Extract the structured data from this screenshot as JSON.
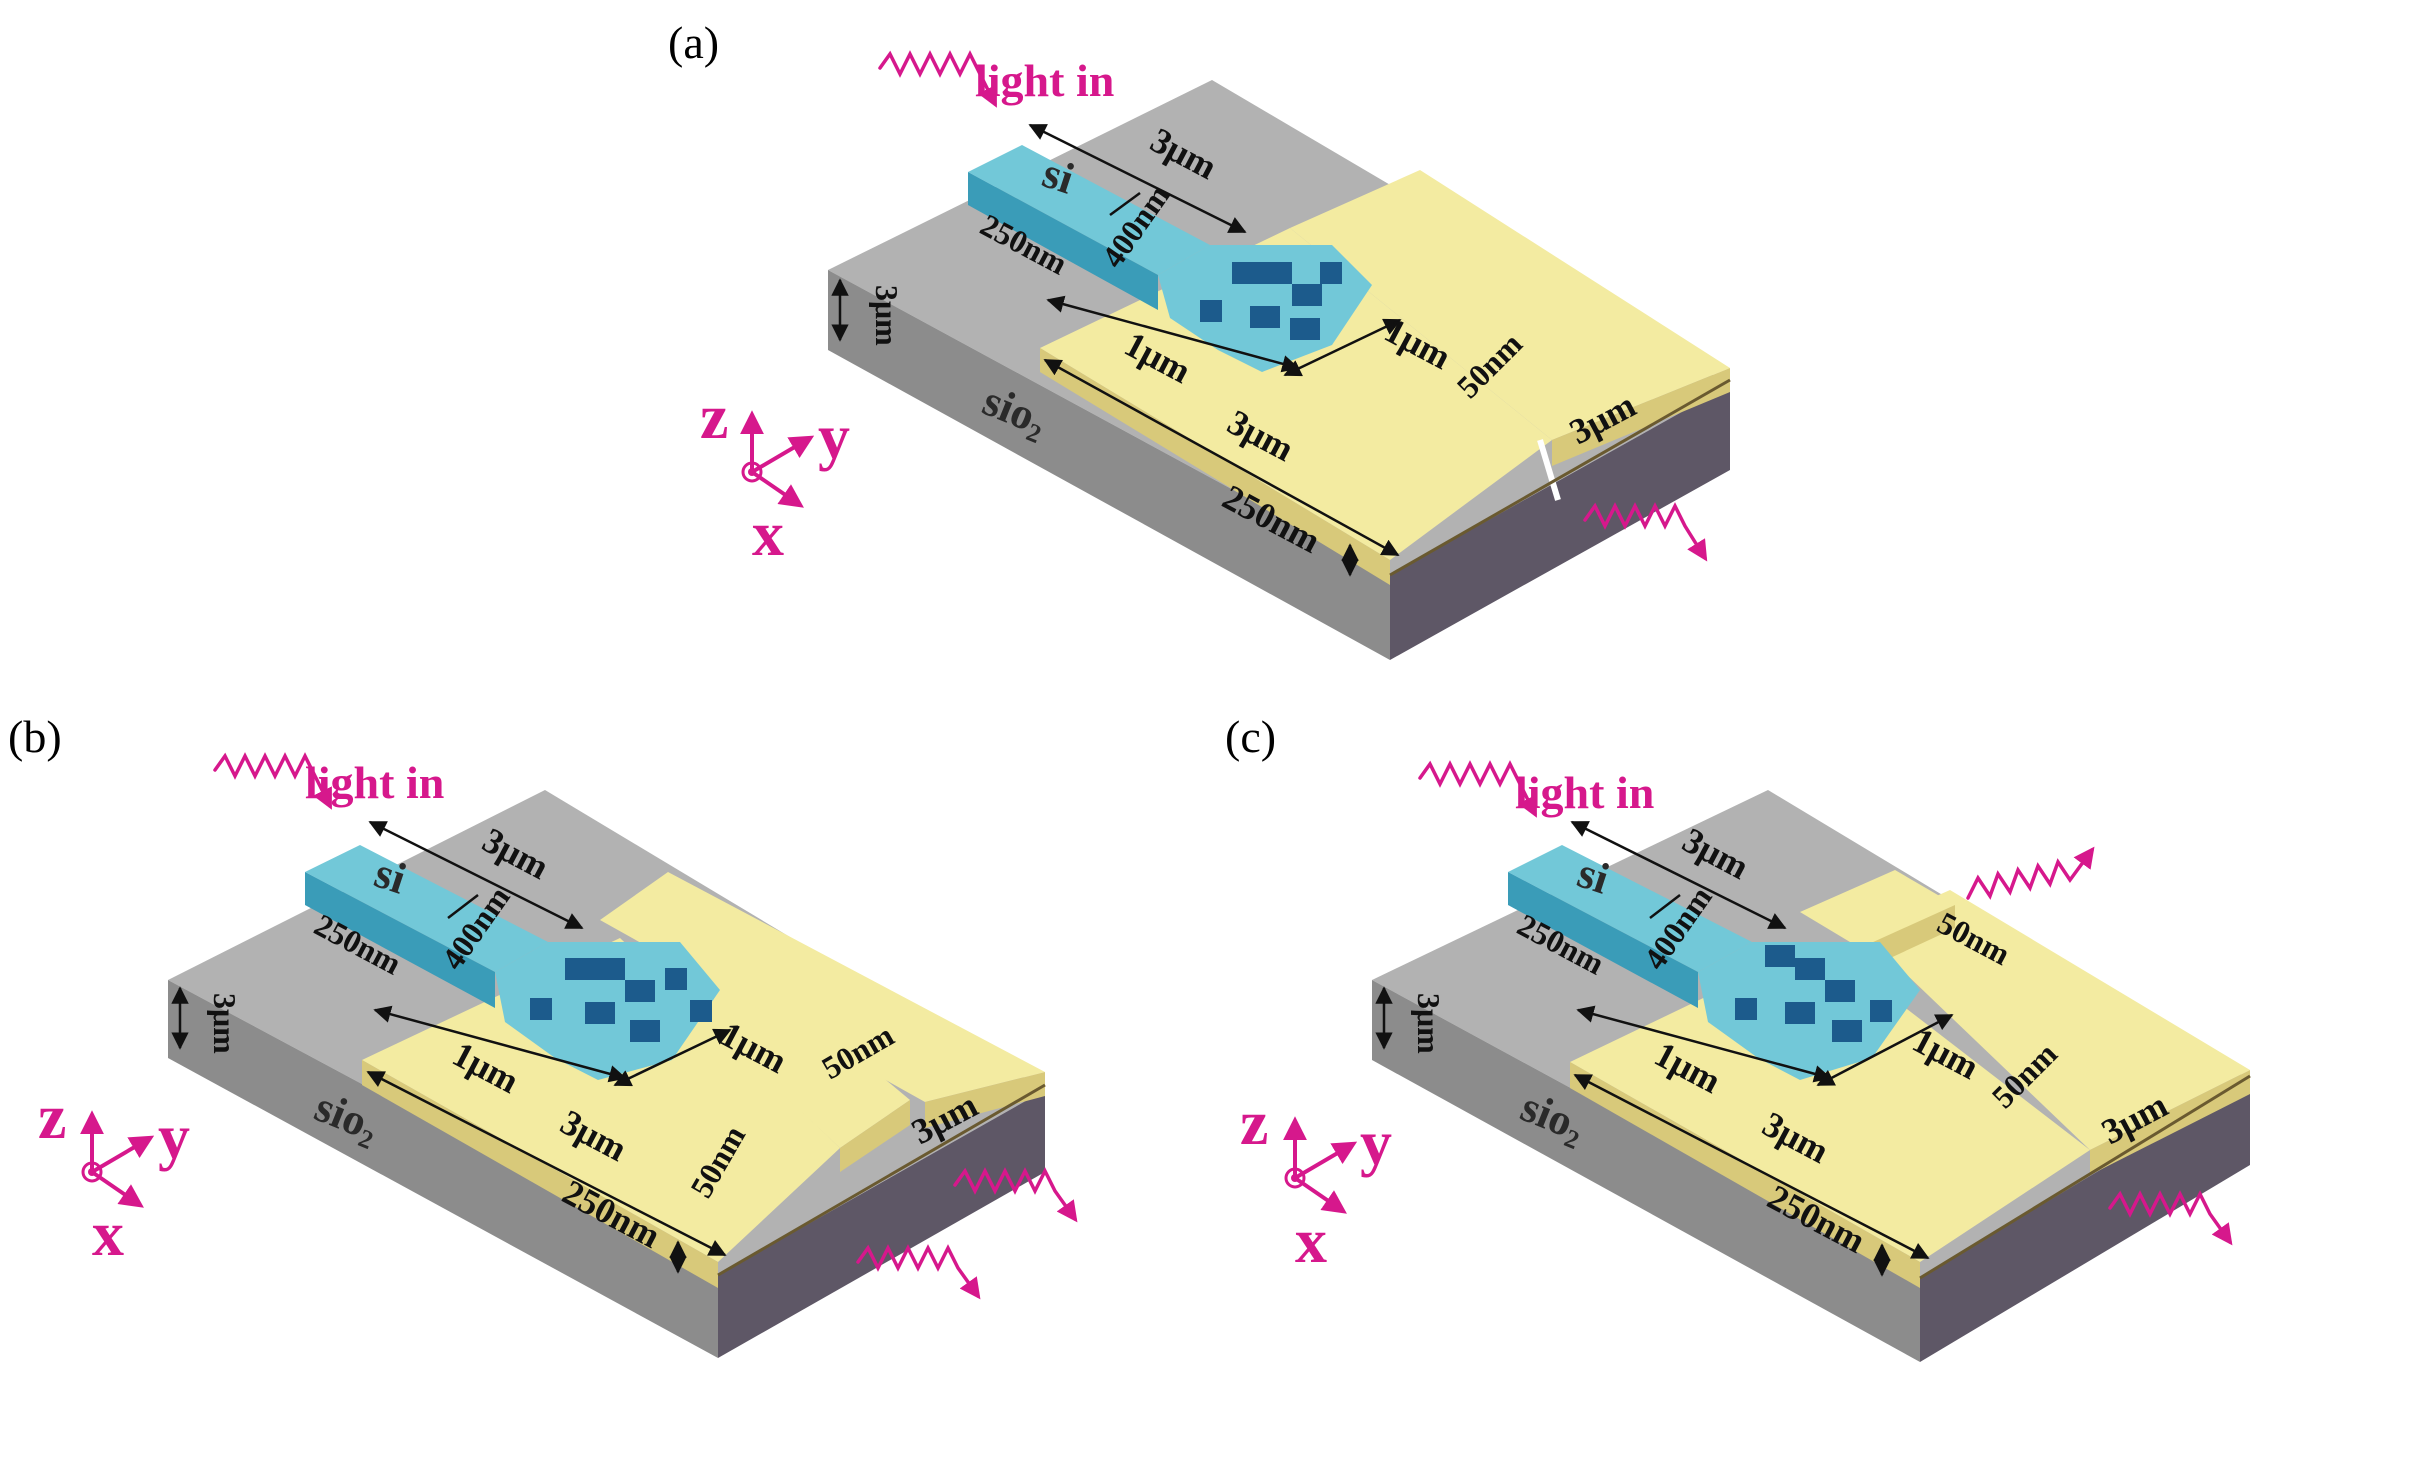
{
  "panels": [
    {
      "label": "(a)",
      "light_in": "light in",
      "waveguide_material": "si",
      "substrate_material": "sio",
      "substrate_subscript": "2",
      "dims": {
        "length_top": "3μm",
        "height_si": "250nm",
        "width_wg": "400nm",
        "substrate_thickness": "3μm",
        "coupler_length": "1μm",
        "coupler_width": "1μm",
        "gap": "50nm",
        "electrode_length": "3μm",
        "electrode_width": "3μm",
        "electrode_thickness": "250nm"
      },
      "axes": {
        "z": "z",
        "y": "y",
        "x": "x"
      }
    },
    {
      "label": "(b)",
      "light_in": "light in",
      "waveguide_material": "si",
      "substrate_material": "sio",
      "substrate_subscript": "2",
      "dims": {
        "length_top": "3μm",
        "height_si": "250nm",
        "width_wg": "400nm",
        "substrate_thickness": "3μm",
        "coupler_length": "1μm",
        "coupler_width": "1μm",
        "gap": "50nm",
        "gap2": "50nm",
        "electrode_length": "3μm",
        "electrode_width": "3μm",
        "electrode_thickness": "250nm"
      },
      "axes": {
        "z": "z",
        "y": "y",
        "x": "x"
      }
    },
    {
      "label": "(c)",
      "light_in": "light in",
      "waveguide_material": "si",
      "substrate_material": "sio",
      "substrate_subscript": "2",
      "dims": {
        "length_top": "3μm",
        "height_si": "250nm",
        "width_wg": "400nm",
        "substrate_thickness": "3μm",
        "coupler_length": "1μm",
        "coupler_width": "1μm",
        "gap": "50nm",
        "gap2": "50nm",
        "electrode_length": "3μm",
        "electrode_width": "3μm",
        "electrode_thickness": "250nm"
      },
      "axes": {
        "z": "z",
        "y": "y",
        "x": "x"
      }
    }
  ],
  "colors": {
    "substrate_top": "#b2b2b2",
    "substrate_front": "#8c8c8c",
    "substrate_side": "#5e5766",
    "gold_top": "#f3eba1",
    "gold_front": "#d8c97a",
    "si_top": "#72c8d8",
    "si_side": "#3a9cb8",
    "si_dark": "#1c5b8c",
    "accent": "#d6188c"
  }
}
